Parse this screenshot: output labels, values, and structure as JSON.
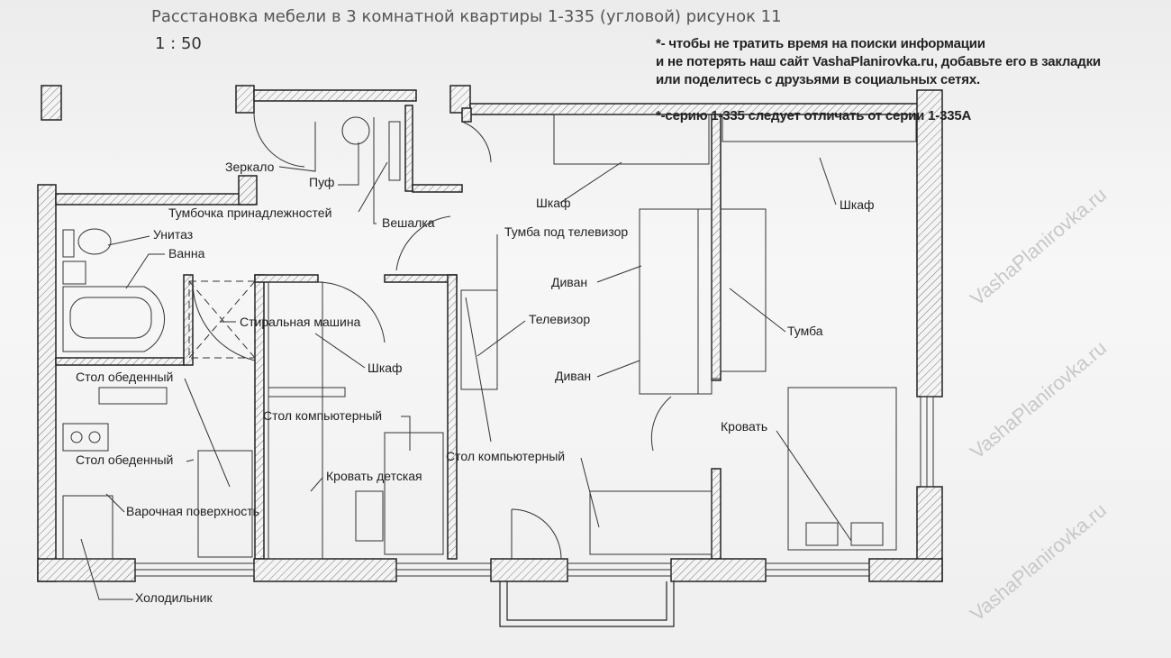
{
  "header": {
    "title": "Расстановка мебели в 3 комнатной квартиры 1-335 (угловой) рисунок 11",
    "scale": "1 : 50"
  },
  "notes": [
    "*- чтобы не тратить время на поиски информации",
    " и не потерять наш сайт VashaPlanirovka.ru, добавьте его в закладки",
    "или поделитесь с друзьями в социальных сетях.",
    "*-серию 1-335 следует отличать от серии 1-335А"
  ],
  "watermark": "VashaPlanirovka.ru",
  "labels": {
    "mirror": "Зеркало",
    "pouf": "Пуф",
    "accessory_cabinet": "Тумбочка принадлежностей",
    "hanger": "Вешалка",
    "toilet": "Унитаз",
    "bath": "Ванна",
    "washing_machine": "Стиральная машина",
    "wardrobe_nursery": "Шкаф",
    "dining_table_1": "Стол обеденный",
    "computer_desk_nursery": "Стол компьютерный",
    "dining_table_2": "Стол обеденный",
    "child_bed": "Кровать детская",
    "hob": "Варочная поверхность",
    "fridge": "Холодильник",
    "wardrobe_living": "Шкаф",
    "tv_stand": "Тумба под телевизор",
    "sofa_1": "Диван",
    "tv": "Телевизор",
    "sofa_2": "Диван",
    "computer_desk_living": "Стол компьютерный",
    "wardrobe_bedroom": "Шкаф",
    "nightstand": "Тумба",
    "bed": "Кровать"
  }
}
